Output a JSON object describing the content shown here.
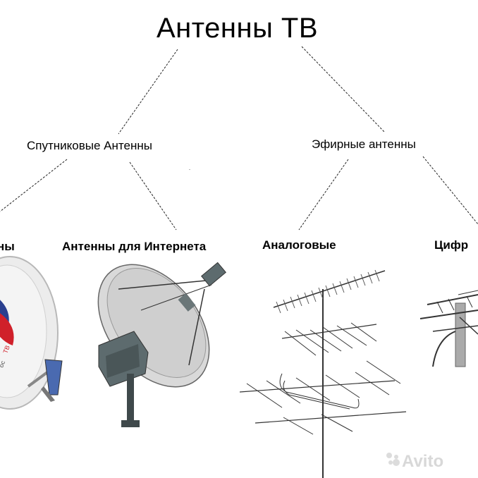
{
  "title": "Антенны ТВ",
  "branches": {
    "satellite": "Спутниковые Антенны",
    "terrestrial": "Эфирные антенны"
  },
  "leaves": [
    {
      "label": "ны"
    },
    {
      "label": "Антенны для Интернета"
    },
    {
      "label": "Аналоговые"
    },
    {
      "label": "Цифр"
    }
  ],
  "dish_logo_text": "ТВ",
  "watermark": "Avito",
  "colors": {
    "line": "#222222",
    "dish_light": "#e8e8e8",
    "dish_gray": "#9a9a9a",
    "metal": "#5d6b6e",
    "logo_red": "#d0202a",
    "logo_blue": "#2a3f8f"
  }
}
